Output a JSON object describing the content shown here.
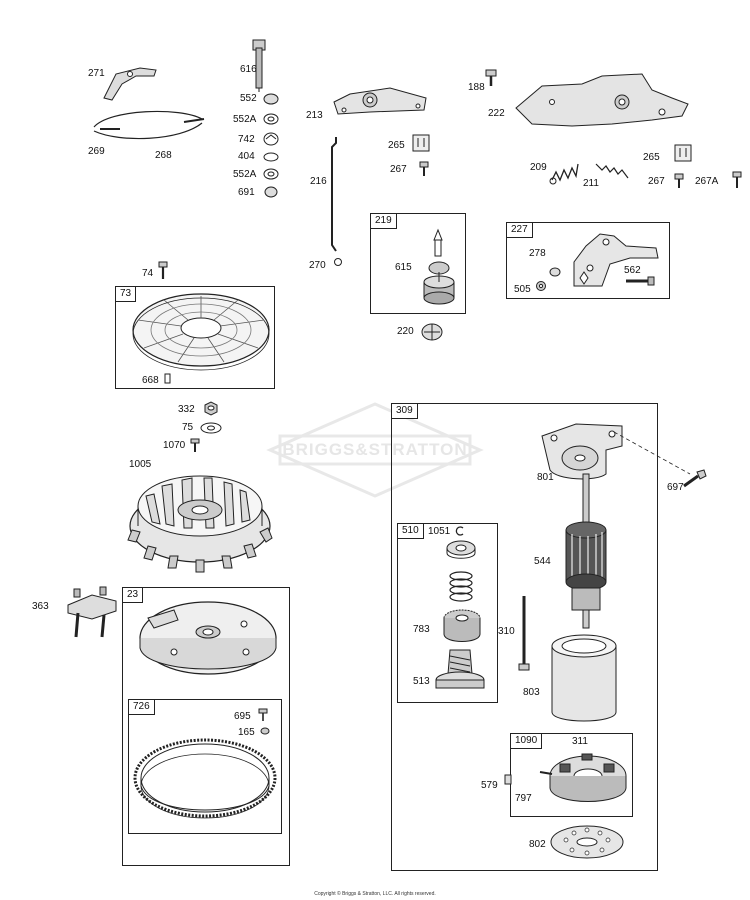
{
  "diagram": {
    "labels": {
      "p271": "271",
      "p269": "269",
      "p268": "268",
      "p616": "616",
      "p552": "552",
      "p552a_1": "552A",
      "p742": "742",
      "p404": "404",
      "p552a_2": "552A",
      "p691": "691",
      "p213": "213",
      "p265_1": "265",
      "p267_1": "267",
      "p216": "216",
      "p270": "270",
      "p188": "188",
      "p222": "222",
      "p209": "209",
      "p211": "211",
      "p265_2": "265",
      "p267_2": "267",
      "p267a": "267A",
      "p615": "615",
      "p220": "220",
      "p278": "278",
      "p562": "562",
      "p505": "505",
      "p74": "74",
      "p668": "668",
      "p332": "332",
      "p75": "75",
      "p1070": "1070",
      "p1005": "1005",
      "p363": "363",
      "p695": "695",
      "p165": "165",
      "p801": "801",
      "p697": "697",
      "p1051": "1051",
      "p544": "544",
      "p783": "783",
      "p310": "310",
      "p513": "513",
      "p803": "803",
      "p311": "311",
      "p579": "579",
      "p797": "797",
      "p802": "802"
    },
    "boxes": {
      "b219": "219",
      "b227": "227",
      "b73": "73",
      "b309": "309",
      "b510": "510",
      "b23": "23",
      "b726": "726",
      "b1090": "1090"
    },
    "watermark": "BRIGGS&STRATTON",
    "copyright": "Copyright © Briggs & Stratton, LLC. All rights reserved."
  }
}
